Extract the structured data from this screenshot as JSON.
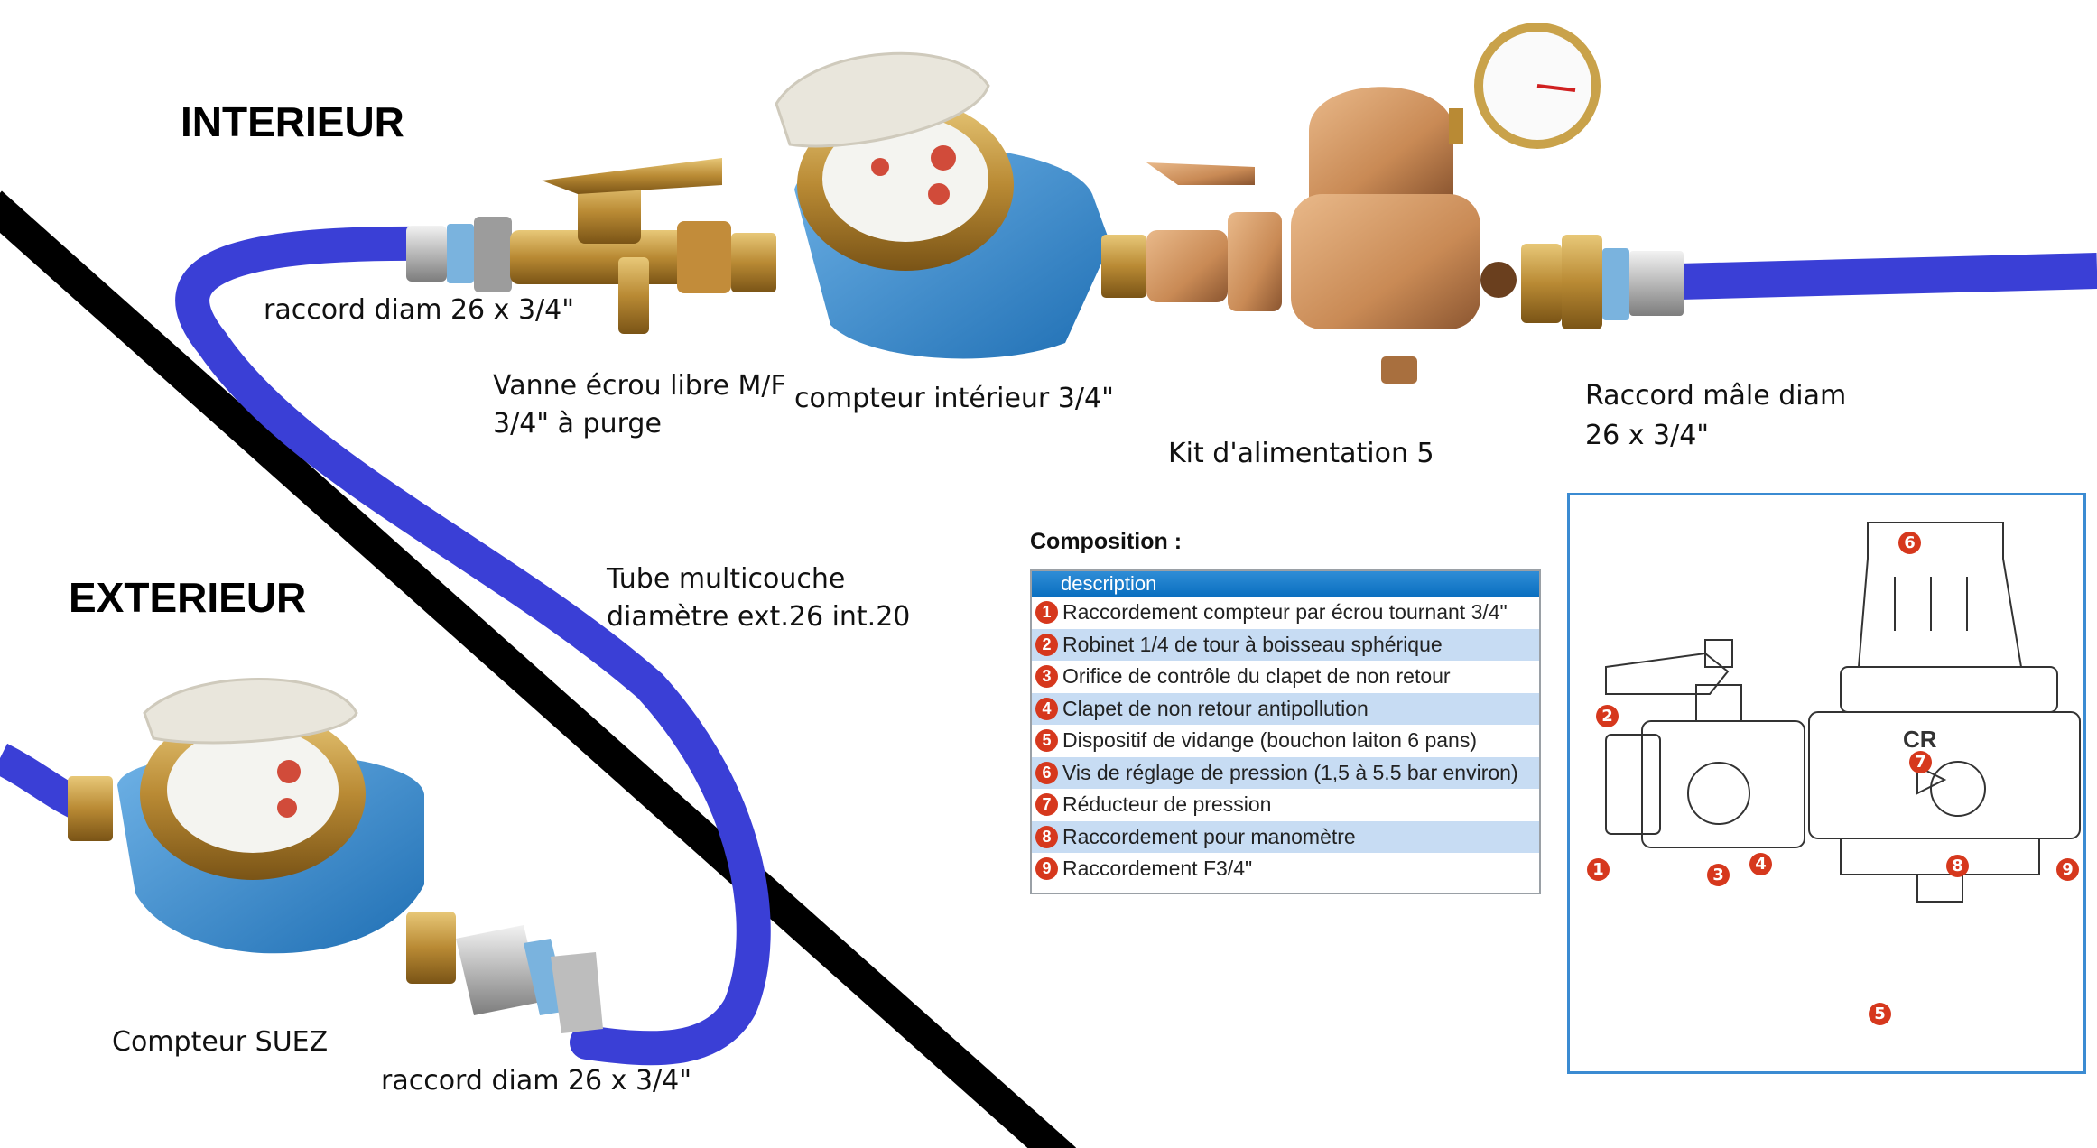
{
  "headings": {
    "interieur": "INTERIEUR",
    "exterieur": "EXTERIEUR"
  },
  "labels": {
    "raccord_top": "raccord diam 26 x 3/4\"",
    "vanne_line1": "Vanne écrou libre M/F",
    "vanne_line2": "3/4\" à purge",
    "compteur_interieur": "compteur intérieur 3/4\"",
    "kit": "Kit d'alimentation 5",
    "raccord_male_line1": "Raccord mâle diam",
    "raccord_male_line2": "26 x 3/4\"",
    "tube_line1": "Tube multicouche",
    "tube_line2": "diamètre ext.26 int.20",
    "compteur_suez": "Compteur SUEZ",
    "raccord_bottom": "raccord diam 26 x 3/4\""
  },
  "composition": {
    "title": "Composition :",
    "header": "description",
    "items": [
      {
        "n": "1",
        "text": "Raccordement compteur par écrou tournant 3/4\""
      },
      {
        "n": "2",
        "text": "Robinet 1/4 de tour à boisseau sphérique"
      },
      {
        "n": "3",
        "text": "Orifice de contrôle du clapet de non retour"
      },
      {
        "n": "4",
        "text": "Clapet de non retour antipollution"
      },
      {
        "n": "5",
        "text": "Dispositif de vidange (bouchon laiton 6 pans)"
      },
      {
        "n": "6",
        "text": "Vis de réglage de pression (1,5 à 5.5 bar environ)"
      },
      {
        "n": "7",
        "text": "Réducteur de pression"
      },
      {
        "n": "8",
        "text": "Raccordement pour manomètre"
      },
      {
        "n": "9",
        "text": "Raccordement F3/4\""
      }
    ]
  },
  "diagram": {
    "markers": [
      "1",
      "2",
      "3",
      "4",
      "5",
      "6",
      "7",
      "8",
      "9"
    ],
    "logo": "CR"
  },
  "colors": {
    "tube": "#3a3fd6",
    "brass": "#c9a24a",
    "meter_blue": "#3d8fd0",
    "divider": "#000000",
    "marker": "#d6381d"
  },
  "icons": {
    "meter": "water-meter-icon",
    "valve": "valve-icon",
    "reducer": "pressure-reducer-icon",
    "gauge": "pressure-gauge-icon"
  }
}
